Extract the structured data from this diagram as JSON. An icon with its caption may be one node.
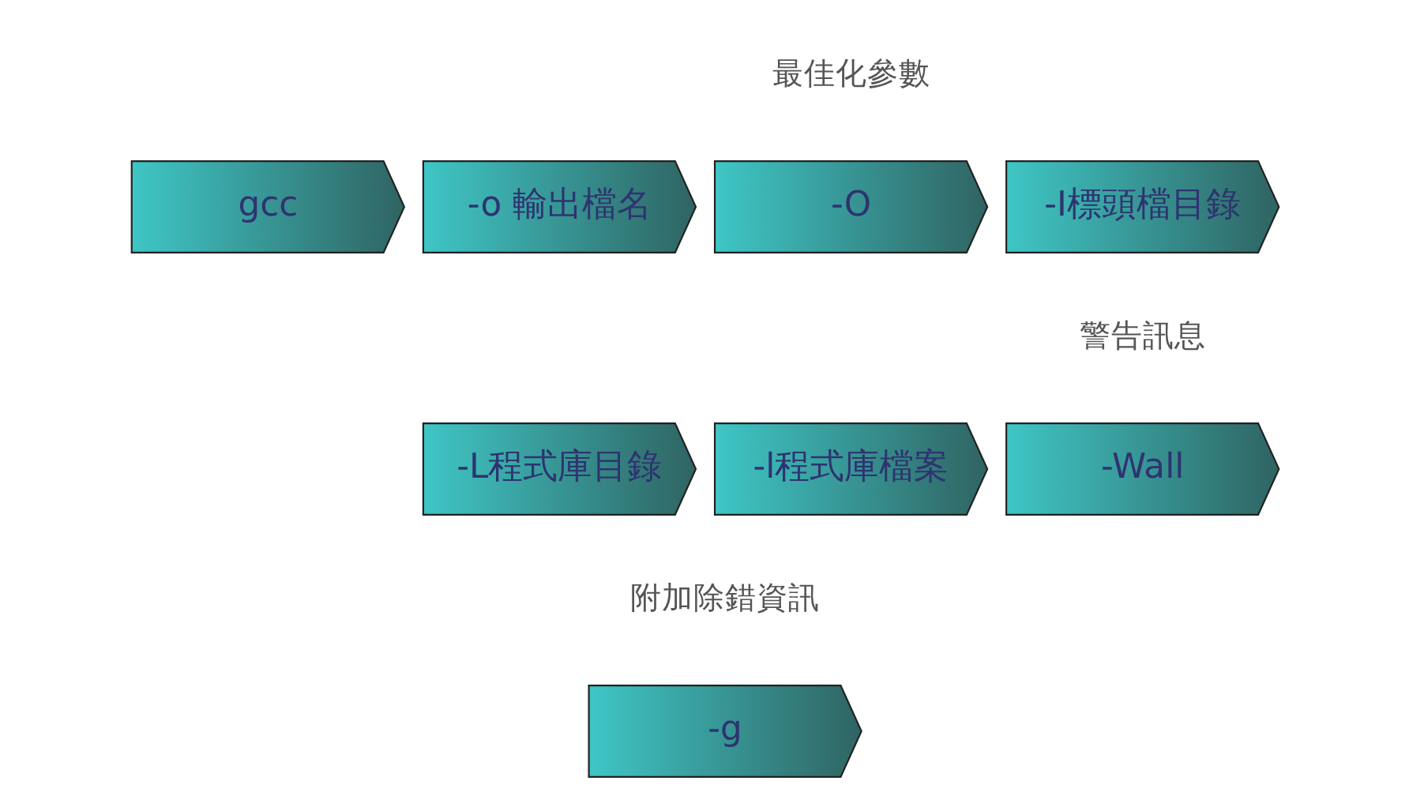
{
  "diagram": {
    "nodes": [
      {
        "text": [
          "gcc"
        ]
      },
      {
        "text": [
          "-o 輸出檔名"
        ]
      },
      {
        "text": [
          "-O"
        ],
        "beside": [
          "最佳化參數"
        ]
      },
      {
        "text": [
          "-I標頭檔目錄"
        ]
      },
      {
        "text": [
          "-L程式庫目錄"
        ]
      },
      {
        "text": [
          "-l程式庫檔案"
        ]
      },
      {
        "text": [
          "-Wall"
        ],
        "beside": [
          "警告訊息"
        ]
      },
      {
        "text": [
          "-g"
        ],
        "beside": [
          "附加除錯資訊"
        ]
      }
    ]
  }
}
